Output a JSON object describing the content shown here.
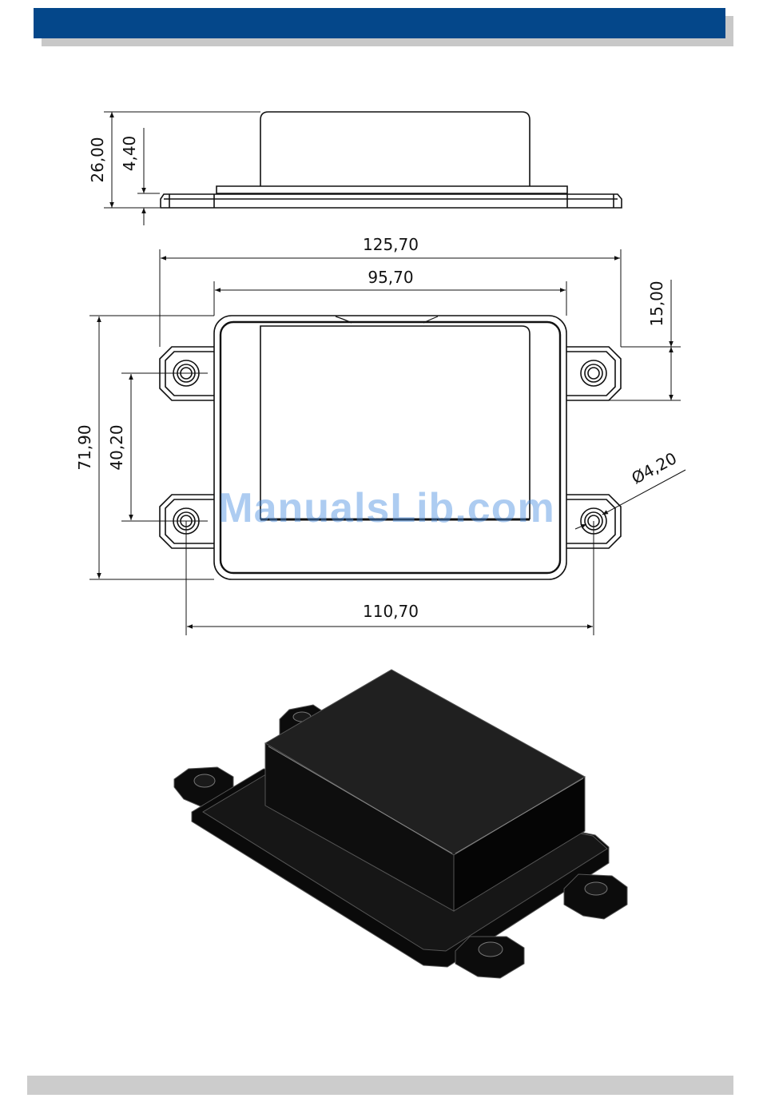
{
  "colors": {
    "header": "#04478a",
    "footer": "#cccccc",
    "line": "#111111",
    "watermark": "#4a8fe0"
  },
  "dimensions": {
    "overall_height": "26,00",
    "flange_thickness": "4,40",
    "overall_width": "125,70",
    "body_width": "95,70",
    "hole_offset": "15,00",
    "overall_depth": "71,90",
    "hole_spacing_vertical": "40,20",
    "hole_diameter": "Ø4,20",
    "hole_spacing_horizontal": "110,70"
  },
  "watermark": "ManualsLib.com"
}
